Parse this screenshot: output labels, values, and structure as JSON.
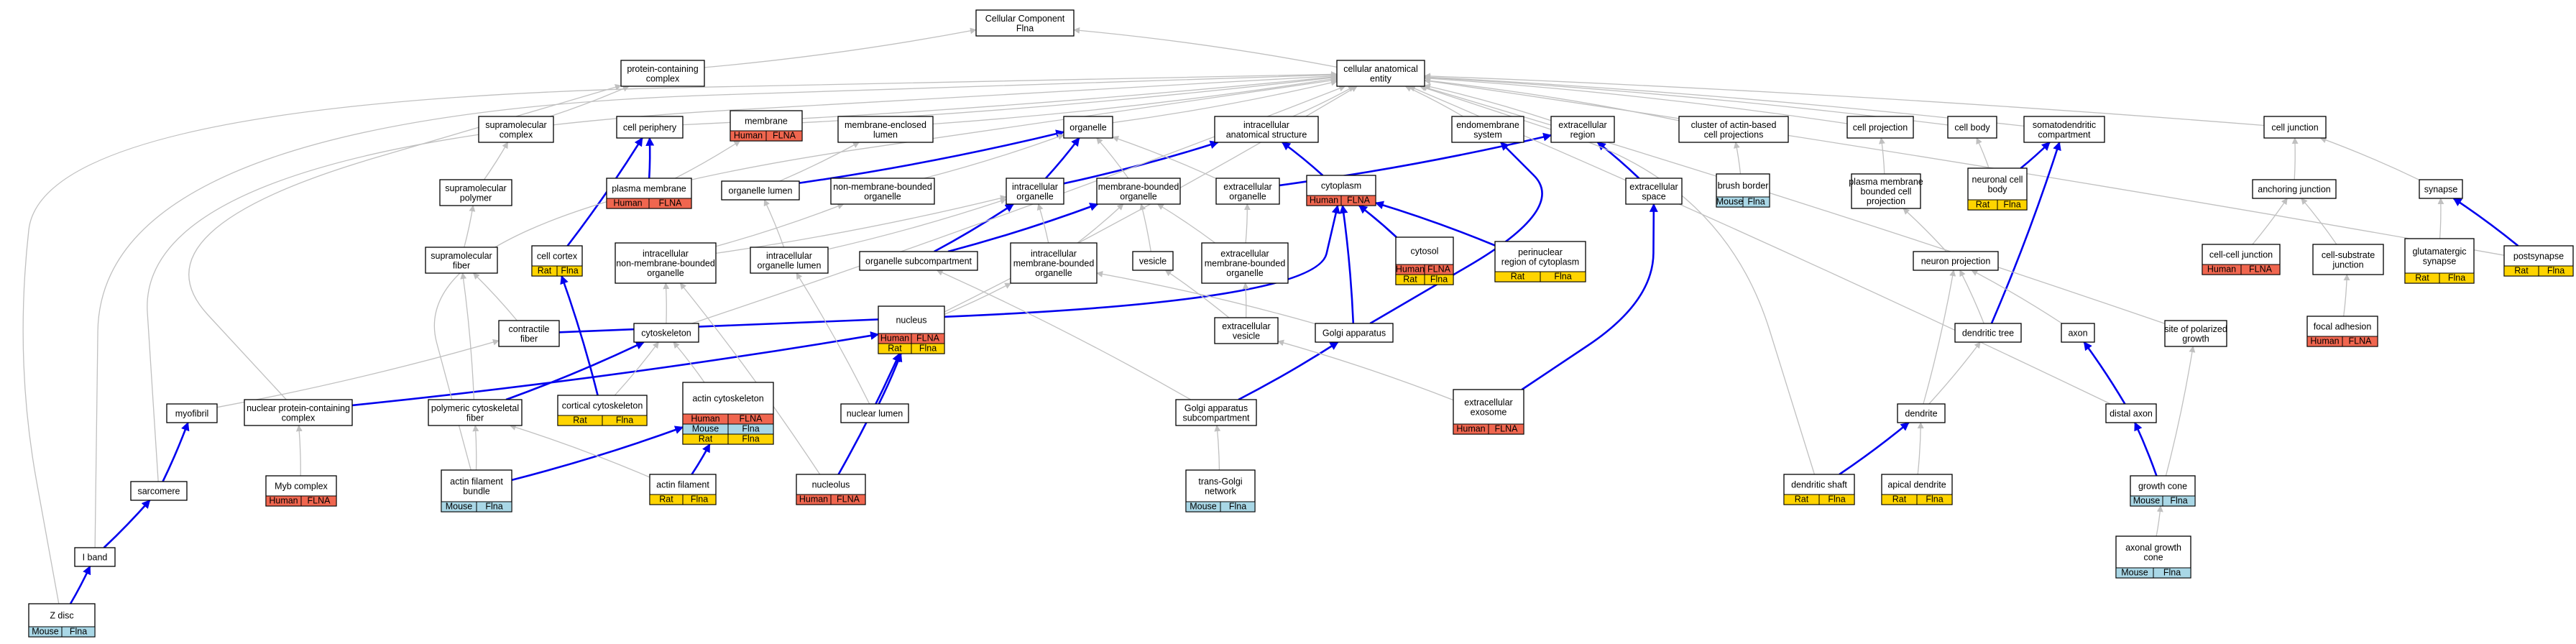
{
  "colors": {
    "human": "#f0664f",
    "mouse": "#a9d7e6",
    "rat": "#ffd400",
    "gray_edge": "#c0c0c0",
    "blue_edge": "#0000ee"
  },
  "nodes": [
    {
      "id": "cc",
      "lines": [
        "Cellular Component",
        "Flna"
      ]
    },
    {
      "id": "pcc",
      "lines": [
        "protein-containing",
        "complex"
      ]
    },
    {
      "id": "cae",
      "lines": [
        "cellular anatomical",
        "entity"
      ]
    },
    {
      "id": "supc",
      "lines": [
        "supramolecular",
        "complex"
      ]
    },
    {
      "id": "cper",
      "lines": [
        "cell periphery"
      ]
    },
    {
      "id": "memb",
      "lines": [
        "membrane"
      ],
      "species": [
        [
          "Human",
          "FLNA"
        ]
      ]
    },
    {
      "id": "mel",
      "lines": [
        "membrane-enclosed",
        "lumen"
      ]
    },
    {
      "id": "org",
      "lines": [
        "organelle"
      ]
    },
    {
      "id": "ias",
      "lines": [
        "intracellular",
        "anatomical structure"
      ]
    },
    {
      "id": "endo",
      "lines": [
        "endomembrane",
        "system"
      ]
    },
    {
      "id": "exr",
      "lines": [
        "extracellular",
        "region"
      ]
    },
    {
      "id": "cab",
      "lines": [
        "cluster of actin-based",
        "cell projections"
      ]
    },
    {
      "id": "cproj",
      "lines": [
        "cell projection"
      ]
    },
    {
      "id": "cbody",
      "lines": [
        "cell body"
      ]
    },
    {
      "id": "sdc",
      "lines": [
        "somatodendritic",
        "compartment"
      ]
    },
    {
      "id": "cj",
      "lines": [
        "cell junction"
      ]
    },
    {
      "id": "supp",
      "lines": [
        "supramolecular",
        "polymer"
      ]
    },
    {
      "id": "pm",
      "lines": [
        "plasma membrane"
      ],
      "species": [
        [
          "Human",
          "FLNA"
        ]
      ]
    },
    {
      "id": "olum",
      "lines": [
        "organelle lumen"
      ]
    },
    {
      "id": "nmbo",
      "lines": [
        "non-membrane-bounded",
        "organelle"
      ]
    },
    {
      "id": "io",
      "lines": [
        "intracellular",
        "organelle"
      ]
    },
    {
      "id": "mbo",
      "lines": [
        "membrane-bounded",
        "organelle"
      ]
    },
    {
      "id": "exo",
      "lines": [
        "extracellular",
        "organelle"
      ]
    },
    {
      "id": "cyto",
      "lines": [
        "cytoplasm"
      ],
      "species": [
        [
          "Human",
          "FLNA"
        ]
      ]
    },
    {
      "id": "exsp",
      "lines": [
        "extracellular",
        "space"
      ]
    },
    {
      "id": "bb",
      "lines": [
        "brush border"
      ],
      "species": [
        [
          "Mouse",
          "Flna"
        ]
      ]
    },
    {
      "id": "pmbcp",
      "lines": [
        "plasma membrane",
        "bounded cell",
        "projection"
      ]
    },
    {
      "id": "ncb",
      "lines": [
        "neuronal cell",
        "body"
      ],
      "species": [
        [
          "Rat",
          "Flna"
        ]
      ]
    },
    {
      "id": "aj",
      "lines": [
        "anchoring junction"
      ]
    },
    {
      "id": "syn",
      "lines": [
        "synapse"
      ]
    },
    {
      "id": "supf",
      "lines": [
        "supramolecular",
        "fiber"
      ]
    },
    {
      "id": "ccor",
      "lines": [
        "cell cortex"
      ],
      "species": [
        [
          "Rat",
          "Flna"
        ]
      ]
    },
    {
      "id": "inmbo",
      "lines": [
        "intracellular",
        "non-membrane-bounded",
        "organelle"
      ]
    },
    {
      "id": "iol",
      "lines": [
        "intracellular",
        "organelle lumen"
      ]
    },
    {
      "id": "osub",
      "lines": [
        "organelle subcompartment"
      ]
    },
    {
      "id": "imbo",
      "lines": [
        "intracellular",
        "membrane-bounded",
        "organelle"
      ]
    },
    {
      "id": "ves",
      "lines": [
        "vesicle"
      ]
    },
    {
      "id": "embo",
      "lines": [
        "extracellular",
        "membrane-bounded",
        "organelle"
      ]
    },
    {
      "id": "cytosol",
      "lines": [
        "cytosol"
      ],
      "species": [
        [
          "Human",
          "FLNA"
        ],
        [
          "Rat",
          "Flna"
        ]
      ]
    },
    {
      "id": "prc",
      "lines": [
        "perinuclear",
        "region of cytoplasm"
      ],
      "species": [
        [
          "Rat",
          "Flna"
        ]
      ]
    },
    {
      "id": "np",
      "lines": [
        "neuron projection"
      ]
    },
    {
      "id": "ccj",
      "lines": [
        "cell-cell junction"
      ],
      "species": [
        [
          "Human",
          "FLNA"
        ]
      ]
    },
    {
      "id": "csj",
      "lines": [
        "cell-substrate",
        "junction"
      ]
    },
    {
      "id": "glu",
      "lines": [
        "glutamatergic",
        "synapse"
      ],
      "species": [
        [
          "Rat",
          "Flna"
        ]
      ]
    },
    {
      "id": "post",
      "lines": [
        "postsynapse"
      ],
      "species": [
        [
          "Rat",
          "Flna"
        ]
      ]
    },
    {
      "id": "confib",
      "lines": [
        "contractile",
        "fiber"
      ]
    },
    {
      "id": "cytosk",
      "lines": [
        "cytoskeleton"
      ]
    },
    {
      "id": "nucleus",
      "lines": [
        "nucleus"
      ],
      "species": [
        [
          "Human",
          "FLNA"
        ],
        [
          "Rat",
          "Flna"
        ]
      ]
    },
    {
      "id": "exves",
      "lines": [
        "extracellular",
        "vesicle"
      ]
    },
    {
      "id": "golgi",
      "lines": [
        "Golgi apparatus"
      ]
    },
    {
      "id": "dtree",
      "lines": [
        "dendritic tree"
      ]
    },
    {
      "id": "axon",
      "lines": [
        "axon"
      ]
    },
    {
      "id": "spg",
      "lines": [
        "site of polarized",
        "growth"
      ]
    },
    {
      "id": "fa",
      "lines": [
        "focal adhesion"
      ],
      "species": [
        [
          "Human",
          "FLNA"
        ]
      ]
    },
    {
      "id": "myo",
      "lines": [
        "myofibril"
      ]
    },
    {
      "id": "npcc",
      "lines": [
        "nuclear protein-containing",
        "complex"
      ]
    },
    {
      "id": "pcf",
      "lines": [
        "polymeric cytoskeletal",
        "fiber"
      ]
    },
    {
      "id": "ccsk",
      "lines": [
        "cortical cytoskeleton"
      ],
      "species": [
        [
          "Rat",
          "Flna"
        ]
      ]
    },
    {
      "id": "acsk",
      "lines": [
        "actin cytoskeleton"
      ],
      "species": [
        [
          "Human",
          "FLNA"
        ],
        [
          "Mouse",
          "Flna"
        ],
        [
          "Rat",
          "Flna"
        ]
      ]
    },
    {
      "id": "nlum",
      "lines": [
        "nuclear lumen"
      ]
    },
    {
      "id": "gas",
      "lines": [
        "Golgi apparatus",
        "subcompartment"
      ]
    },
    {
      "id": "exosome",
      "lines": [
        "extracellular",
        "exosome"
      ],
      "species": [
        [
          "Human",
          "FLNA"
        ]
      ]
    },
    {
      "id": "dendrite",
      "lines": [
        "dendrite"
      ]
    },
    {
      "id": "daxon",
      "lines": [
        "distal axon"
      ]
    },
    {
      "id": "sarc",
      "lines": [
        "sarcomere"
      ]
    },
    {
      "id": "myb",
      "lines": [
        "Myb complex"
      ],
      "species": [
        [
          "Human",
          "FLNA"
        ]
      ]
    },
    {
      "id": "afb",
      "lines": [
        "actin filament",
        "bundle"
      ],
      "species": [
        [
          "Mouse",
          "Flna"
        ]
      ]
    },
    {
      "id": "af",
      "lines": [
        "actin filament"
      ],
      "species": [
        [
          "Rat",
          "Flna"
        ]
      ]
    },
    {
      "id": "nucleolus",
      "lines": [
        "nucleolus"
      ],
      "species": [
        [
          "Human",
          "FLNA"
        ]
      ]
    },
    {
      "id": "tgn",
      "lines": [
        "trans-Golgi",
        "network"
      ],
      "species": [
        [
          "Mouse",
          "Flna"
        ]
      ]
    },
    {
      "id": "dshaft",
      "lines": [
        "dendritic shaft"
      ],
      "species": [
        [
          "Rat",
          "Flna"
        ]
      ]
    },
    {
      "id": "adend",
      "lines": [
        "apical dendrite"
      ],
      "species": [
        [
          "Rat",
          "Flna"
        ]
      ]
    },
    {
      "id": "gcone",
      "lines": [
        "growth cone"
      ],
      "species": [
        [
          "Mouse",
          "Flna"
        ]
      ]
    },
    {
      "id": "iband",
      "lines": [
        "I band"
      ]
    },
    {
      "id": "agc",
      "lines": [
        "axonal growth",
        "cone"
      ],
      "species": [
        [
          "Mouse",
          "Flna"
        ]
      ]
    },
    {
      "id": "zdisc",
      "lines": [
        "Z disc"
      ],
      "species": [
        [
          "Mouse",
          "Flna"
        ]
      ]
    }
  ]
}
